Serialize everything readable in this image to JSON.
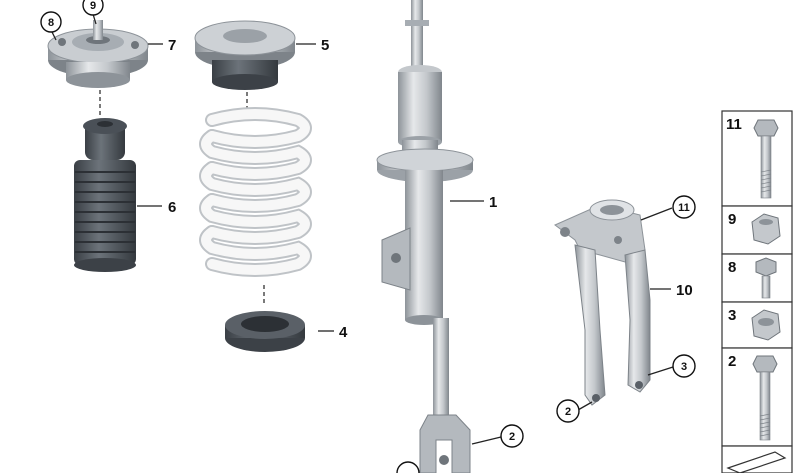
{
  "callouts": {
    "c1": "1",
    "c2a": "2",
    "c2b": "2",
    "c3": "3",
    "c4": "4",
    "c5": "5",
    "c6": "6",
    "c7": "7",
    "c8": "8",
    "c9": "9",
    "c10": "10",
    "c11": "11"
  },
  "hardware_table": {
    "rows": [
      "11",
      "9",
      "8",
      "3",
      "2"
    ]
  },
  "colors": {
    "metal_light": "#d9dcdf",
    "metal_mid": "#b4b9be",
    "metal_dark": "#7d8389",
    "rubber": "#5a6067",
    "rubber_dark": "#3c4147",
    "spring": "#f4f4f4",
    "spring_edge": "#bfc3c7"
  }
}
